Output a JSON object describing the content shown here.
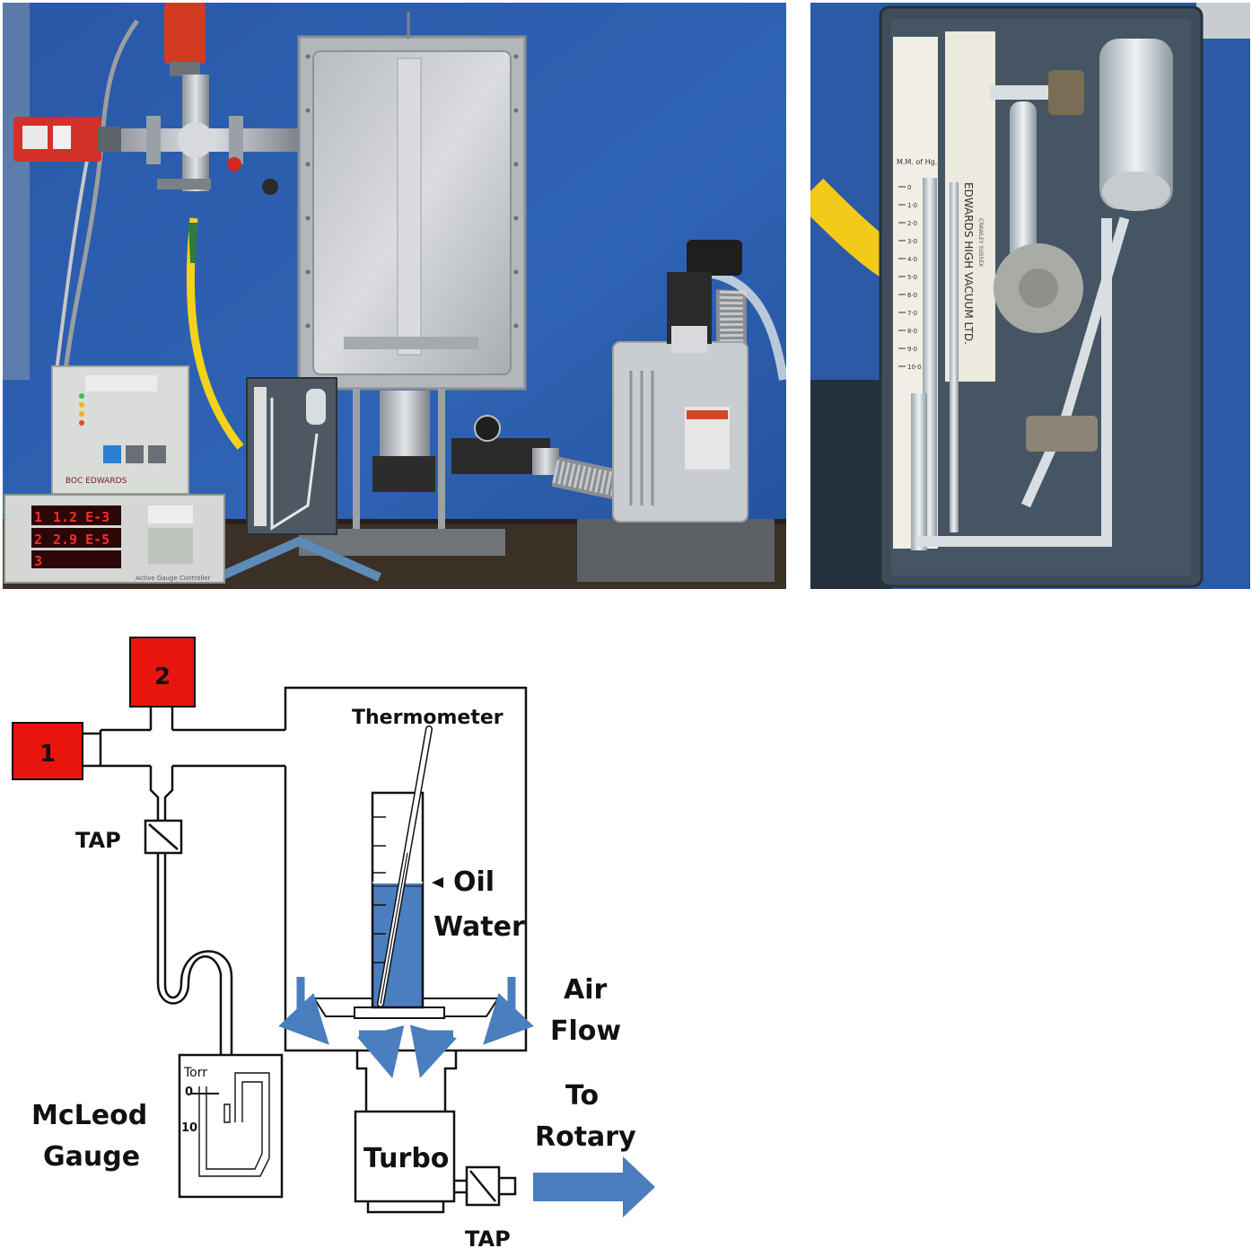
{
  "photos": {
    "left": {
      "controller_brand": "BOC EDWARDS",
      "gauge_display": {
        "rows": [
          {
            "channel": "1",
            "reading": "1.2 E-3"
          },
          {
            "channel": "2",
            "reading": "2.9 E-5"
          },
          {
            "channel": "3",
            "reading": ""
          }
        ],
        "panel_label": "Active Gauge Controller"
      }
    },
    "right": {
      "scale_unit": "M.M. of Hg.",
      "scale_ticks": [
        "0",
        "1·0",
        "2·0",
        "3·0",
        "4·0",
        "5·0",
        "6·0",
        "7·0",
        "8·0",
        "9·0",
        "10·0"
      ],
      "maker_line1": "EDWARDS HIGH VACUUM LTD.",
      "maker_line2": "CRAWLEY SUSSEX"
    }
  },
  "schematic": {
    "gauge1_label": "1",
    "gauge2_label": "2",
    "tap_top_label": "TAP",
    "tap_bottom_label": "TAP",
    "thermometer_label": "Thermometer",
    "oil_label": "Oil",
    "water_label": "Water",
    "airflow_line1": "Air",
    "airflow_line2": "Flow",
    "mcleod_line1": "McLeod",
    "mcleod_line2": "Gauge",
    "mcleod_unit": "Torr",
    "mcleod_tick_0": "0",
    "mcleod_tick_10": "10",
    "turbo_label": "Turbo",
    "rotary_line1": "To",
    "rotary_line2": "Rotary"
  },
  "colors": {
    "gauge_red": "#e8150f",
    "water_blue": "#4a7ebf",
    "arrow_blue": "#4a7ebf",
    "wall_blue": "#2f5fae"
  }
}
